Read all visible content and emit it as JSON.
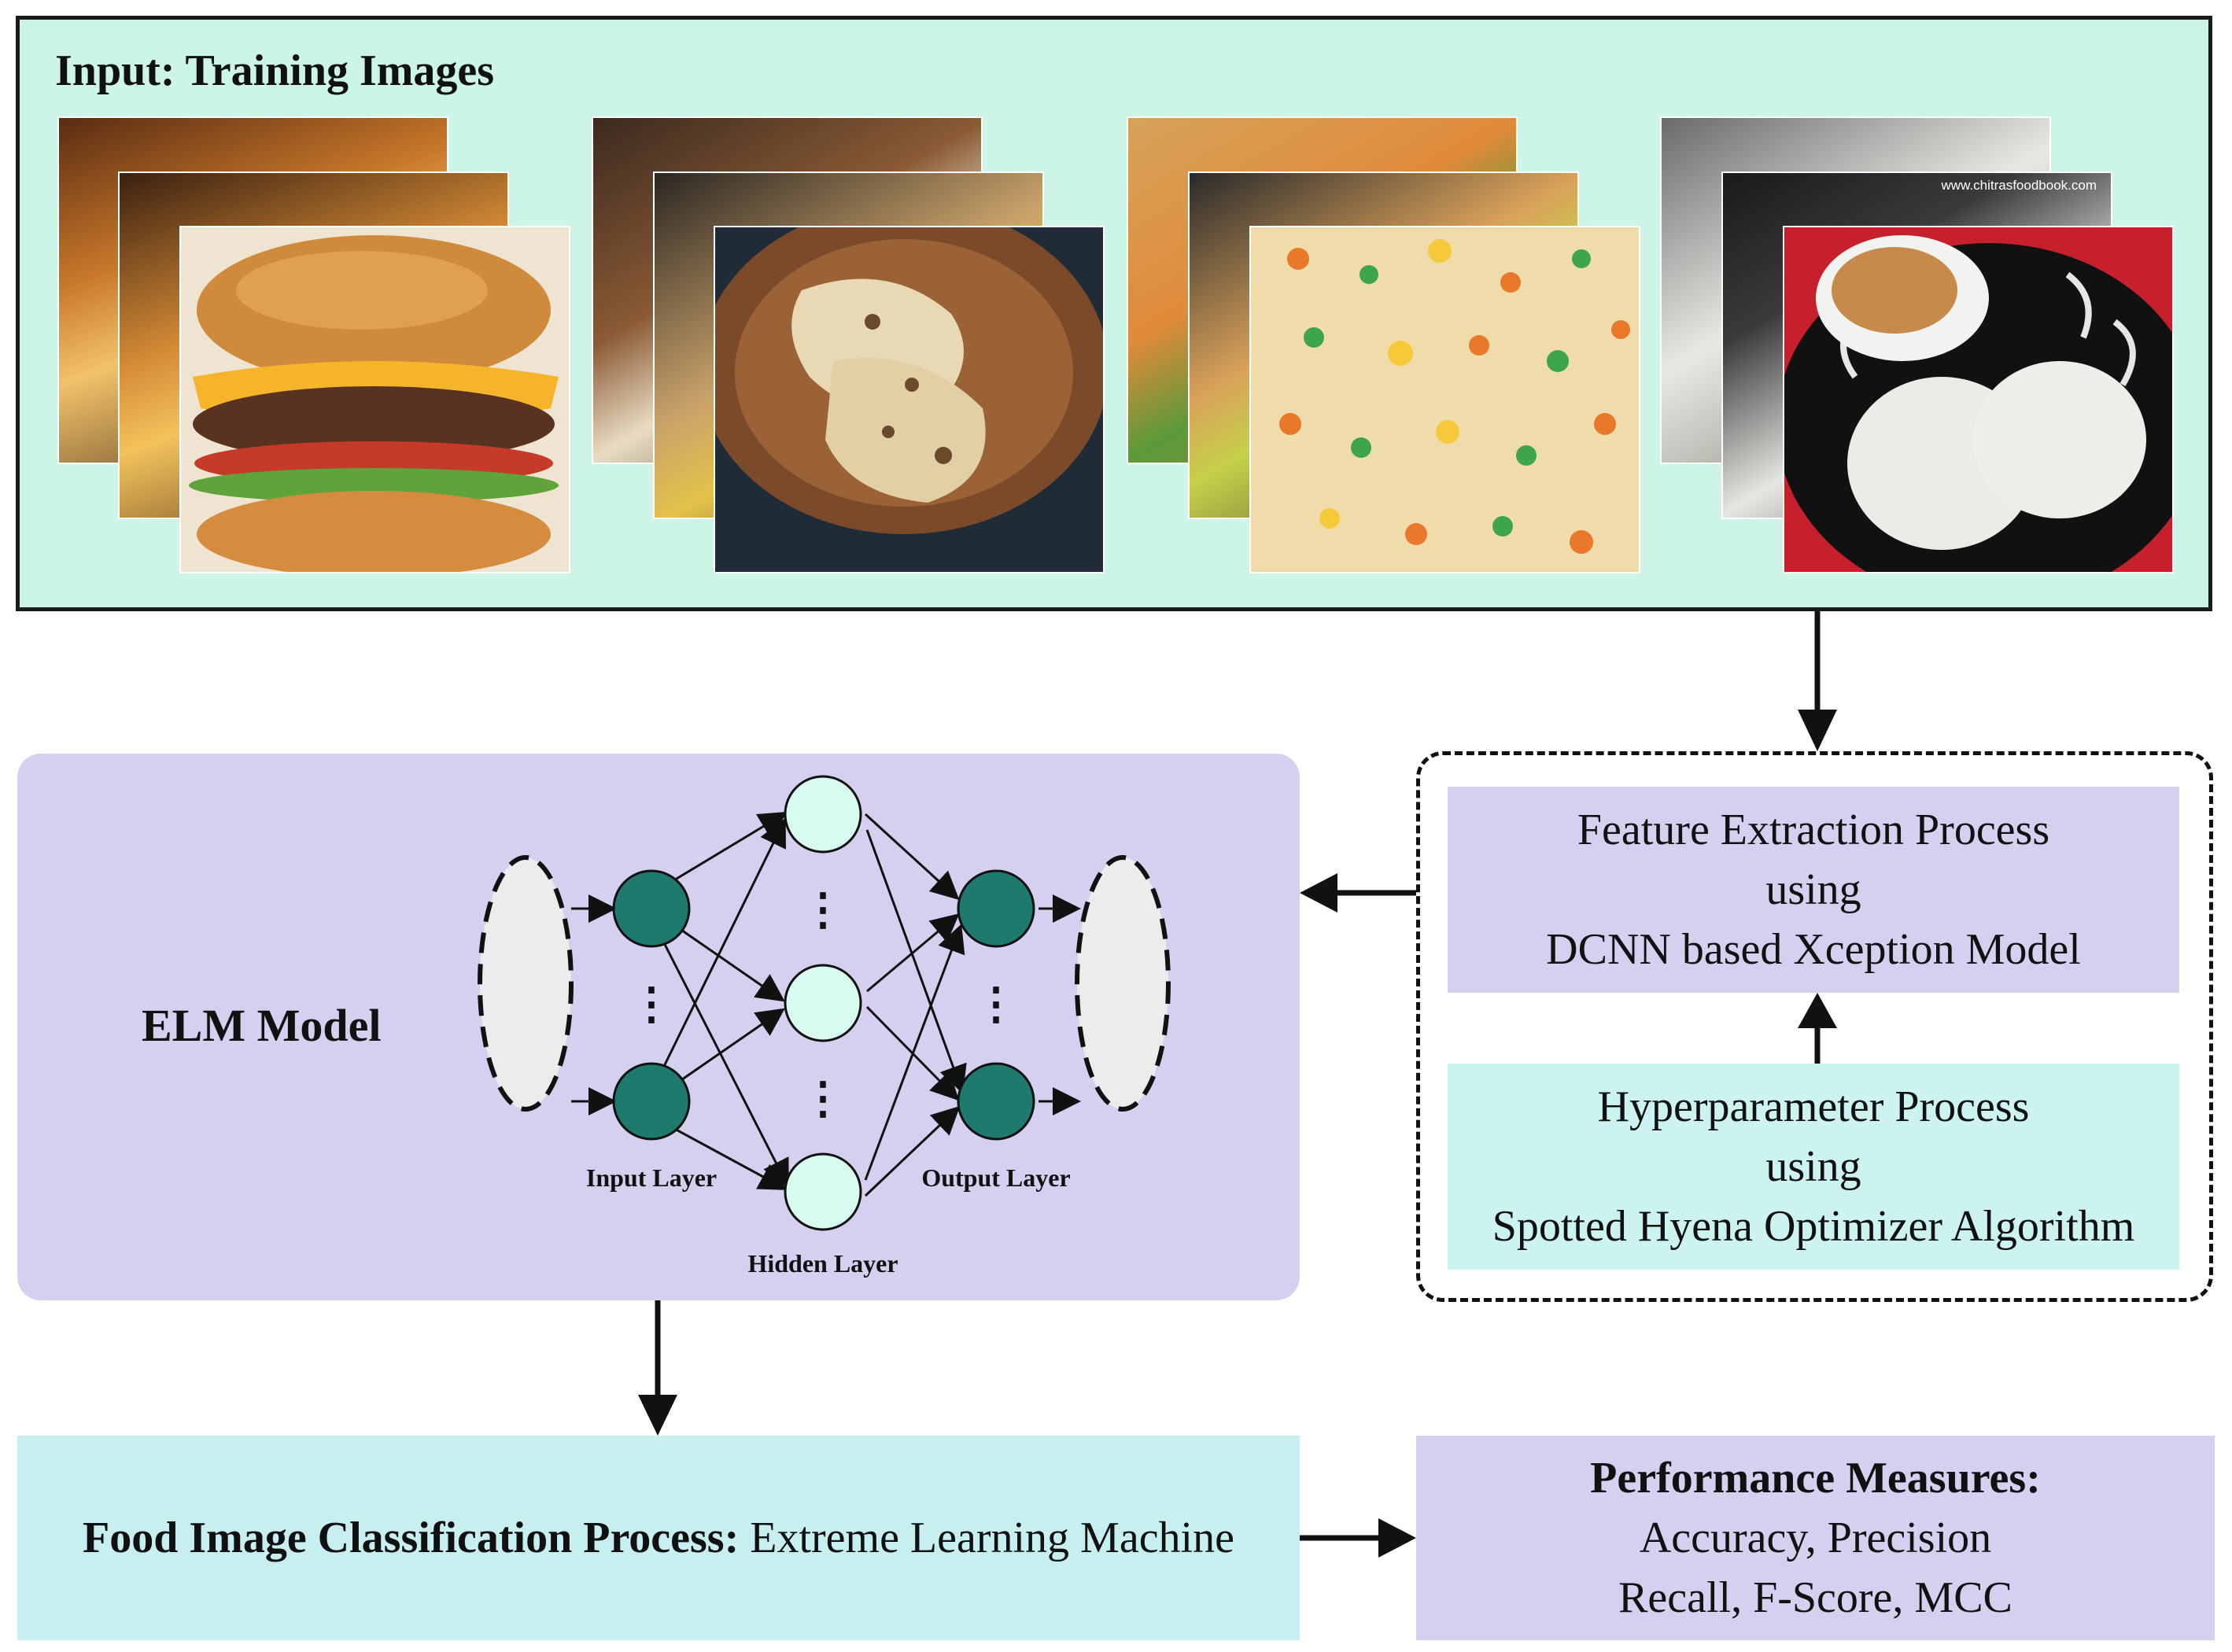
{
  "input_panel": {
    "title": "Input: Training Images"
  },
  "food_groups": [
    {
      "name": "burger",
      "website_text": ""
    },
    {
      "name": "naan",
      "website_text": ""
    },
    {
      "name": "fried-rice",
      "website_text": ""
    },
    {
      "name": "idli",
      "website_text": "www.chitrasfoodbook.com"
    }
  ],
  "elm_model": {
    "title": "ELM Model",
    "input_layer_label": "Input Layer",
    "hidden_layer_label": "Hidden Layer",
    "output_layer_label": "Output Layer",
    "dots": "⋮"
  },
  "feature_extraction": {
    "line1": "Feature Extraction Process",
    "line2": "using",
    "line3": "DCNN based Xception Model"
  },
  "hyperparameter": {
    "line1": "Hyperparameter Process",
    "line2": "using",
    "line3": "Spotted Hyena Optimizer Algorithm"
  },
  "classification": {
    "bold": "Food Image Classification Process:",
    "rest": " Extreme Learning Machine"
  },
  "performance": {
    "title": "Performance Measures:",
    "line1": "Accuracy, Precision",
    "line2": "Recall, F-Score, MCC"
  },
  "colors": {
    "mint_panel": "#ccf5e8",
    "lavender": "#d6d0f0",
    "cyan": "#c8eff0",
    "node_dark": "#1f7a6e",
    "node_light": "#d8fbf1"
  }
}
